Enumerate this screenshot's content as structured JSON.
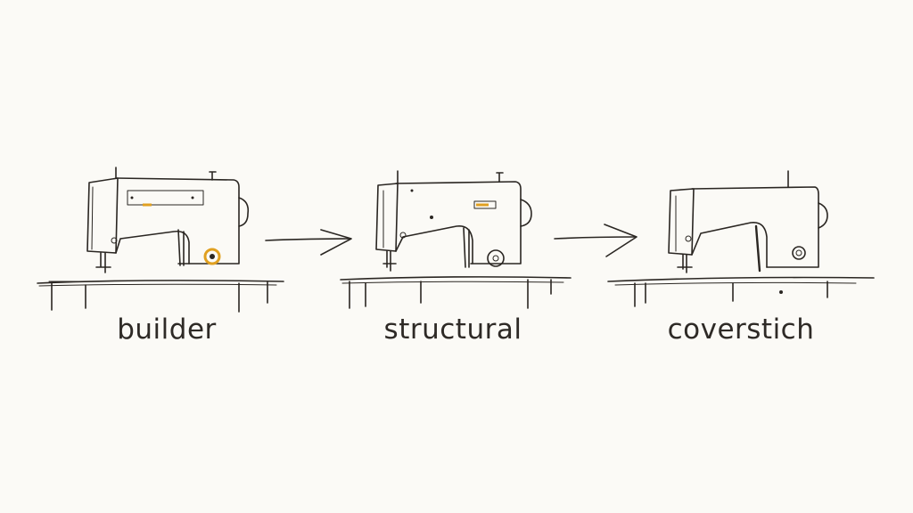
{
  "stages": [
    {
      "label": "builder"
    },
    {
      "label": "structural"
    },
    {
      "label": "coverstich"
    }
  ],
  "colors": {
    "ink": "#2a2622",
    "accent": "#e0a020",
    "background": "#fbfaf6"
  },
  "icons": [
    "sewing-machine-icon",
    "arrow-right-icon"
  ]
}
